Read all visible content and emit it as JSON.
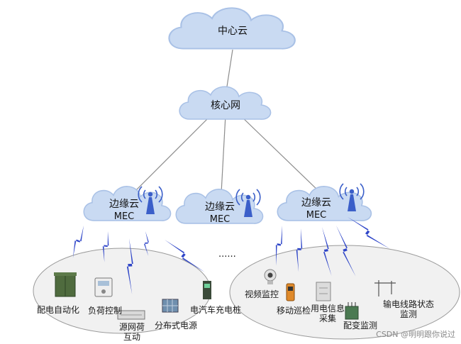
{
  "nodes": {
    "center_cloud": "中心云",
    "core_net": "核心网",
    "edge_left": [
      "边缘云",
      "MEC"
    ],
    "edge_mid": [
      "边缘云",
      "MEC"
    ],
    "edge_right": [
      "边缘云",
      "MEC"
    ]
  },
  "ellipsis": "......",
  "left_group": {
    "dist_auto": "配电自动化",
    "load_ctrl": "负荷控制",
    "source_grid": [
      "源网荷",
      "互动"
    ],
    "dist_power": "分布式电源",
    "ev_charge": "电汽车充电桩"
  },
  "right_group": {
    "video": "视频监控",
    "patrol": "移动巡检",
    "power_info": [
      "用电信息",
      "采集"
    ],
    "transformer": "配变监测",
    "line_state": [
      "输电线路状态",
      "监测"
    ]
  },
  "watermark": "CSDN @明明跟你说过",
  "colors": {
    "cloud_fill": "#c9daf2",
    "cloud_stroke": "#a9c1e6",
    "tower": "#3b5fc9",
    "bolt": "#2e45c8",
    "ellipse_fill": "#f1f1f1"
  },
  "icons": {
    "antenna": "antenna-tower-icon",
    "lightning": "lightning-link-icon"
  }
}
